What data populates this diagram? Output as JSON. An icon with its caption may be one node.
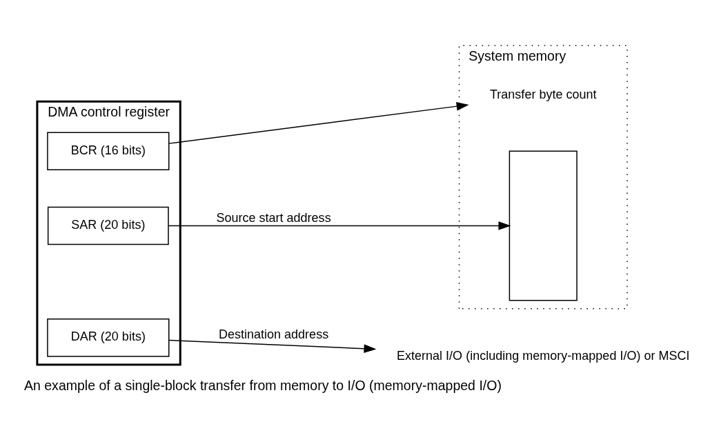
{
  "diagram": {
    "caption": "An example of a single-block transfer from memory to I/O (memory-mapped I/O)",
    "nodes": [
      {
        "text": [
          "DMA control register"
        ]
      },
      {
        "text": [
          "SAR (20 bits)"
        ],
        "in": 0
      },
      {
        "text": [
          "DAR (20 bits)"
        ],
        "in": 0
      },
      {
        "text": [
          "BCR (16 bits)"
        ],
        "in": 0
      },
      {
        "text": [
          "System memory"
        ]
      },
      {
        "text": [],
        "shape": "box",
        "in": 4
      },
      {
        "text": [
          "Transfer byte count"
        ],
        "in": 4
      },
      {
        "text": [
          "External I/O (including memory-mapped I/O) or MSCI"
        ]
      }
    ],
    "edges": [
      {
        "from": 1,
        "to": 5,
        "arrow": "to",
        "label": "Source start address"
      },
      {
        "from": 2,
        "to": 7,
        "arrow": "to",
        "label": "Destination address"
      },
      {
        "from": 3,
        "to": 6,
        "arrow": "to"
      }
    ]
  }
}
